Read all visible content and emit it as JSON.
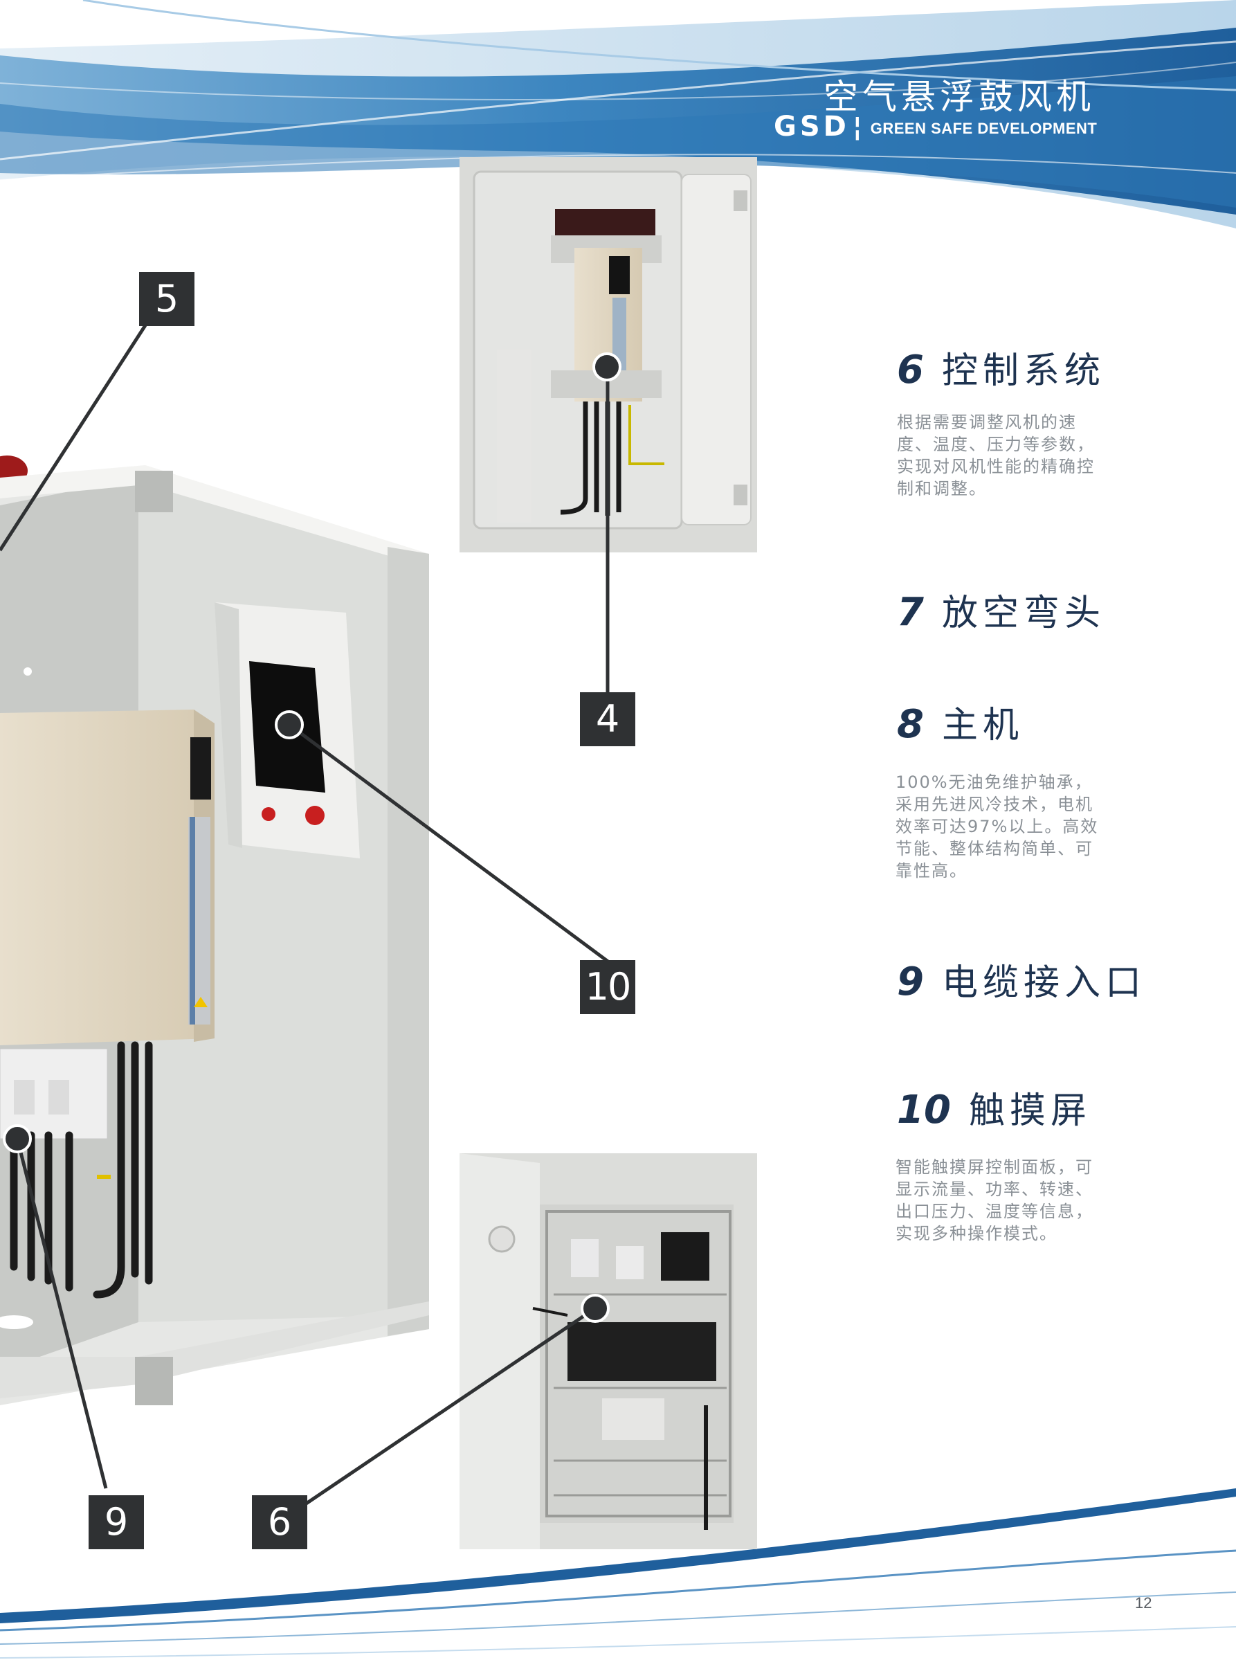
{
  "header": {
    "title": "空气悬浮鼓风机",
    "brand_name": "GSD",
    "brand_separator": "¦",
    "brand_tagline": "GREEN SAFE DEVELOPMENT"
  },
  "callouts": [
    {
      "label": "5"
    },
    {
      "label": "4"
    },
    {
      "label": "10"
    },
    {
      "label": "9"
    },
    {
      "label": "6"
    }
  ],
  "sections": [
    {
      "number": "6",
      "title": "控制系统",
      "lines": [
        "根据需要调整风机的速",
        "度、温度、压力等参数，",
        "实现对风机性能的精确控",
        "制和调整。"
      ]
    },
    {
      "number": "7",
      "title": "放空弯头",
      "lines": []
    },
    {
      "number": "8",
      "title": "主机",
      "lines": [
        "100%无油免维护轴承，",
        "采用先进风冷技术，电机",
        "效率可达97%以上。高效",
        "节能、整体结构简单、可",
        "靠性高。"
      ]
    },
    {
      "number": "9",
      "title": "电缆接入口",
      "lines": []
    },
    {
      "number": "10",
      "title": "触摸屏",
      "lines": [
        "智能触摸屏控制面板，可",
        "显示流量、功率、转速、",
        "出口压力、温度等信息，",
        "实现多种操作模式。"
      ]
    }
  ],
  "page_number": "12",
  "colors": {
    "brand_blue": "#2a6fa8",
    "heading_navy": "#1e3350",
    "body_gray": "#8a9096",
    "marker_dark": "#2f3133"
  }
}
